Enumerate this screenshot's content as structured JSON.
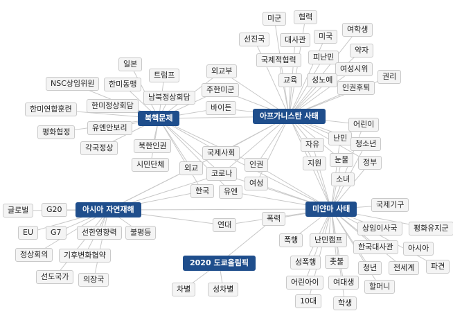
{
  "hubs": {
    "north_korea": "북핵문제",
    "afghan": "아프가니스탄 사태",
    "asia": "아시아 자연재해",
    "myanmar": "미얀마 사태",
    "olympics": "2020 도쿄올림픽"
  },
  "terms": {
    "migun": "미군",
    "hyeomnyeok": "협력",
    "yeohaksaeng": "여학생",
    "seonjinguk": "선진국",
    "daesagwan": "대사관",
    "miguk": "미국",
    "yak": "약자",
    "gukjejeok": "국제적협력",
    "pinanmin": "피난민",
    "ilbon": "일본",
    "oegyobu": "외교부",
    "yeoseongsiwi": "여성시위",
    "trump": "트럼프",
    "gyoyuk": "교육",
    "seongnoye": "성노예",
    "gwonri": "권리",
    "nsc": "NSC상임위원",
    "hanmi_dongmaeng": "한미동맹",
    "jupan_migun": "주한미군",
    "ingwonhugwi": "인권후퇴",
    "nambuk": "남북정상회담",
    "hanmi_jeongsang": "한미정상회담",
    "hanmi_hullyeon": "한미연합훈련",
    "biden": "바이든",
    "eorini": "어린이",
    "unpyeongbo": "유엔안보리",
    "pyeonghwa": "평화협정",
    "nanmin": "난민",
    "jayu": "자유",
    "cheongsonyeon": "청소년",
    "gakguk": "각국정상",
    "bukhan_ingwon": "북한인권",
    "gukjesahoe": "국제사회",
    "nunmul": "눈물",
    "jiwon": "지원",
    "jeongbu": "정부",
    "simin": "시민단체",
    "oegyo": "외교",
    "corona": "코로나",
    "ingwon": "인권",
    "sonyeo": "소녀",
    "yeoseong": "여성",
    "hanguk": "한국",
    "un": "유엔",
    "gukjegigu": "국제기구",
    "global": "글로벌",
    "g20": "G20",
    "sangim": "상임이사국",
    "pyeonghwa_yuji": "평화유지군",
    "eu": "EU",
    "g7": "G7",
    "seonhan": "선한영향력",
    "bulpyeongdeung": "불평등",
    "yeondae": "연대",
    "pokryeok": "폭력",
    "pokhaeng": "폭행",
    "nanmin_camp": "난민캠프",
    "hanguk_daesagwan": "한국대사관",
    "asia": "아시아",
    "jeongsanghoeui": "정상회의",
    "gihu": "기후변화협약",
    "seongpokhaeng": "성폭행",
    "chotbul": "촛불",
    "cheongnyeon": "청년",
    "jeonsegye": "전세계",
    "pagyeon": "파견",
    "seondo": "선도국가",
    "uijangguk": "의장국",
    "eorinai": "어린아이",
    "yeodaesaeng": "여대생",
    "halmeoni": "할머니",
    "chabyeol": "차별",
    "seongchabyeol": "성차별",
    "sipdae": "10대",
    "haksaeng": "학생"
  }
}
